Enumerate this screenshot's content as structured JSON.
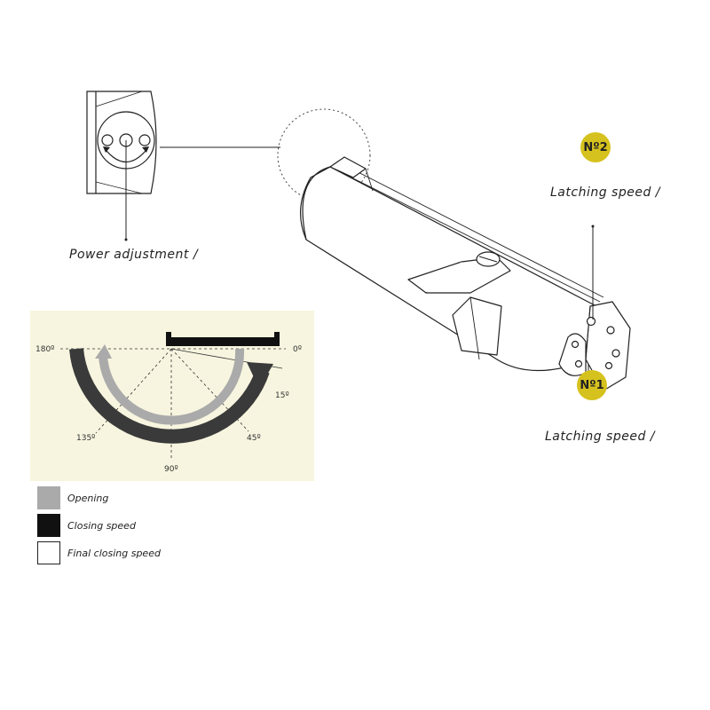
{
  "labels": {
    "power_adjustment": "Power adjustment /",
    "latching_speed_top": "Latching speed /",
    "latching_speed_bottom": "Latching speed /"
  },
  "badges": {
    "no2": "Nº2",
    "no1": "Nº1"
  },
  "angles": {
    "a180": "180º",
    "a0": "0º",
    "a15": "15º",
    "a135": "135º",
    "a45": "45º",
    "a90": "90º"
  },
  "legend": [
    {
      "label": "Opening",
      "color": "#aaaaaa"
    },
    {
      "label": "Closing speed",
      "color": "#111111"
    },
    {
      "label": "Final closing speed",
      "color": "#ffffff"
    }
  ],
  "colors": {
    "accent_yellow": "#d6c21e",
    "panel_background": "#f7f5df",
    "opening_arc": "#aaaaaa",
    "closing_arc": "#3a3a3a",
    "line": "#222222"
  },
  "icons": {
    "valve_detail": "adjustment-valve-icon",
    "door_closer": "door-closer-icon"
  }
}
